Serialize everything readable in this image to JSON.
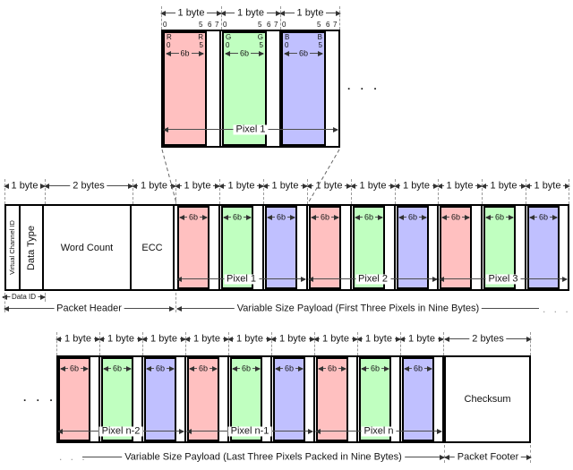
{
  "colors": {
    "red_block": "#FFC0C0",
    "green_block": "#C0FFC0",
    "blue_block": "#C0C0FF",
    "line_grey": "#4D4D4D",
    "dash_grey": "#9A9A9A",
    "border_black": "#000000"
  },
  "labels": {
    "one_byte": "1 byte",
    "two_bytes": "2 bytes",
    "six_bits": "6b",
    "bit0": "0",
    "bit5": "5",
    "bit6": "6",
    "bit7": "7",
    "ellipsis": ". . ."
  },
  "detail": {
    "blocks": [
      {
        "channel": "R"
      },
      {
        "channel": "G"
      },
      {
        "channel": "B"
      }
    ],
    "pixel": "Pixel 1"
  },
  "header": {
    "virtual_channel_id": "Virtual Channel ID",
    "data_type": "Data Type",
    "word_count": "Word Count",
    "ecc": "ECC",
    "data_id": "Data ID",
    "packet_header": "Packet Header"
  },
  "middle": {
    "pixels": [
      "Pixel 1",
      "Pixel 2",
      "Pixel 3"
    ],
    "payload_label": "Variable Size Payload (First Three Pixels in Nine Bytes)"
  },
  "bottom": {
    "pixels": [
      "Pixel n-2",
      "Pixel n-1",
      "Pixel n"
    ],
    "payload_label": "Variable Size Payload (Last Three Pixels Packed in Nine Bytes)",
    "checksum": "Checksum",
    "packet_footer": "Packet Footer"
  }
}
